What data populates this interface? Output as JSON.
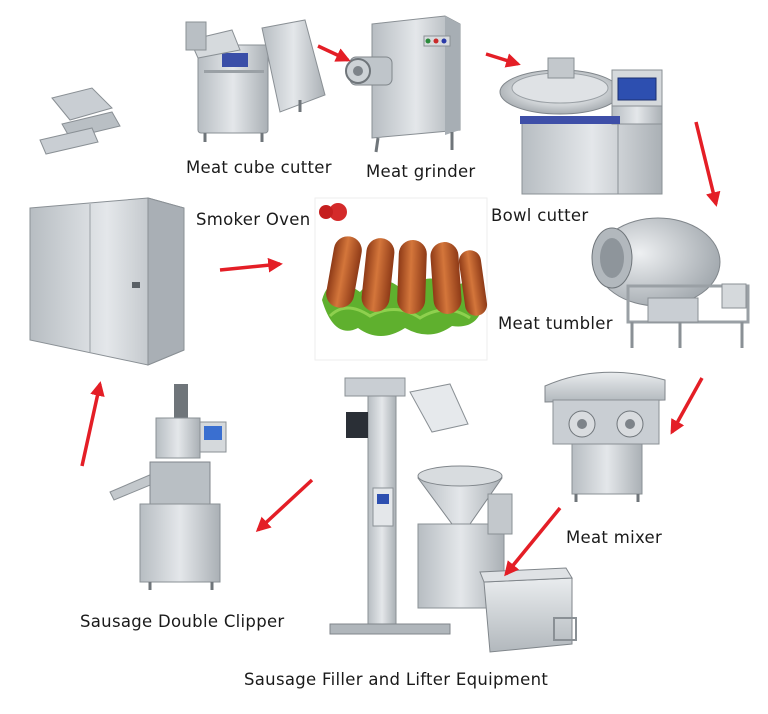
{
  "colors": {
    "arrow": "#e41e26",
    "steel": "#c9ced3",
    "sausage": "#b8582a"
  },
  "steps": [
    {
      "id": "cube-cutter",
      "label": "Meat cube cutter"
    },
    {
      "id": "grinder",
      "label": "Meat grinder"
    },
    {
      "id": "bowl-cutter",
      "label": "Bowl cutter"
    },
    {
      "id": "tumbler",
      "label": "Meat tumbler"
    },
    {
      "id": "mixer",
      "label": "Meat mixer"
    },
    {
      "id": "filler",
      "label": "Sausage Filler and Lifter Equipment"
    },
    {
      "id": "clipper",
      "label": "Sausage Double Clipper"
    },
    {
      "id": "smoker",
      "label": "Smoker Oven"
    }
  ],
  "center_image": "grilled-sausages-on-lettuce"
}
